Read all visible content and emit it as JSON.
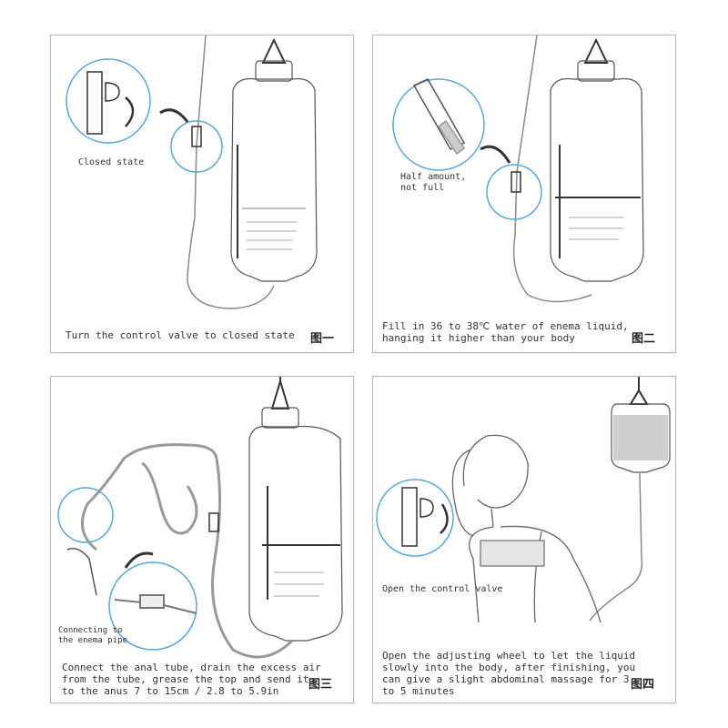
{
  "panels": [
    {
      "tag": "图一",
      "caption": "Turn the control valve to closed state",
      "callout": "Closed state"
    },
    {
      "tag": "图二",
      "caption": "Fill in 36 to 38℃ water of enema liquid,\nhanging it higher than your body",
      "callout": "Half amount,\nnot full"
    },
    {
      "tag": "图三",
      "caption": "Connect the anal tube, drain the excess air\nfrom the tube, grease the top and send it\nto the anus 7 to 15cm / 2.8 to 5.9in",
      "callout": "Connecting to\nthe enema pipe"
    },
    {
      "tag": "图四",
      "caption": "Open the adjusting wheel to let the liquid\nslowly into the body, after finishing, you\ncan give a slight abdominal massage for 3\nto 5 minutes",
      "callout": "Open the control valve"
    }
  ],
  "colors": {
    "circle": "#5aa8d6",
    "line": "#8a8a8a",
    "dark": "#333333",
    "tag": "#222222"
  },
  "icons": [
    "enema-bag-icon",
    "hanger-hook-icon",
    "tube-icon",
    "valve-clamp-icon",
    "magnifier-circle-icon",
    "curved-arrow-icon",
    "woman-figure-icon"
  ]
}
